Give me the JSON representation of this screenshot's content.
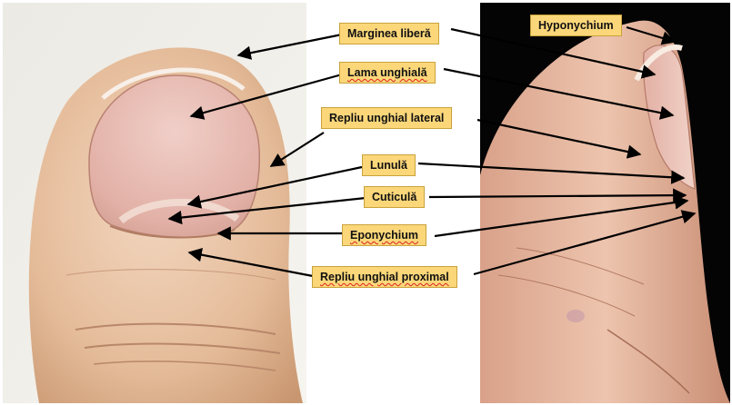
{
  "diagram": {
    "labels": {
      "hyponychium": "Hyponychium",
      "marginea_libera": "Marginea liberă",
      "lama_unghiala": "Lama unghială",
      "repliu_lateral": "Repliu unghial lateral",
      "lunula": "Lunulă",
      "cuticula": "Cuticulă",
      "eponychium": "Eponychium",
      "repliu_proximal": "Repliu unghial proximal"
    },
    "photos": {
      "left": "thumb-nail-photo-top-view",
      "right": "thumb-nail-photo-side-view"
    },
    "colors": {
      "label_fill": "#fbd77a",
      "label_border": "#c9a23a",
      "arrow": "#000000",
      "right_background": "#050404"
    }
  }
}
